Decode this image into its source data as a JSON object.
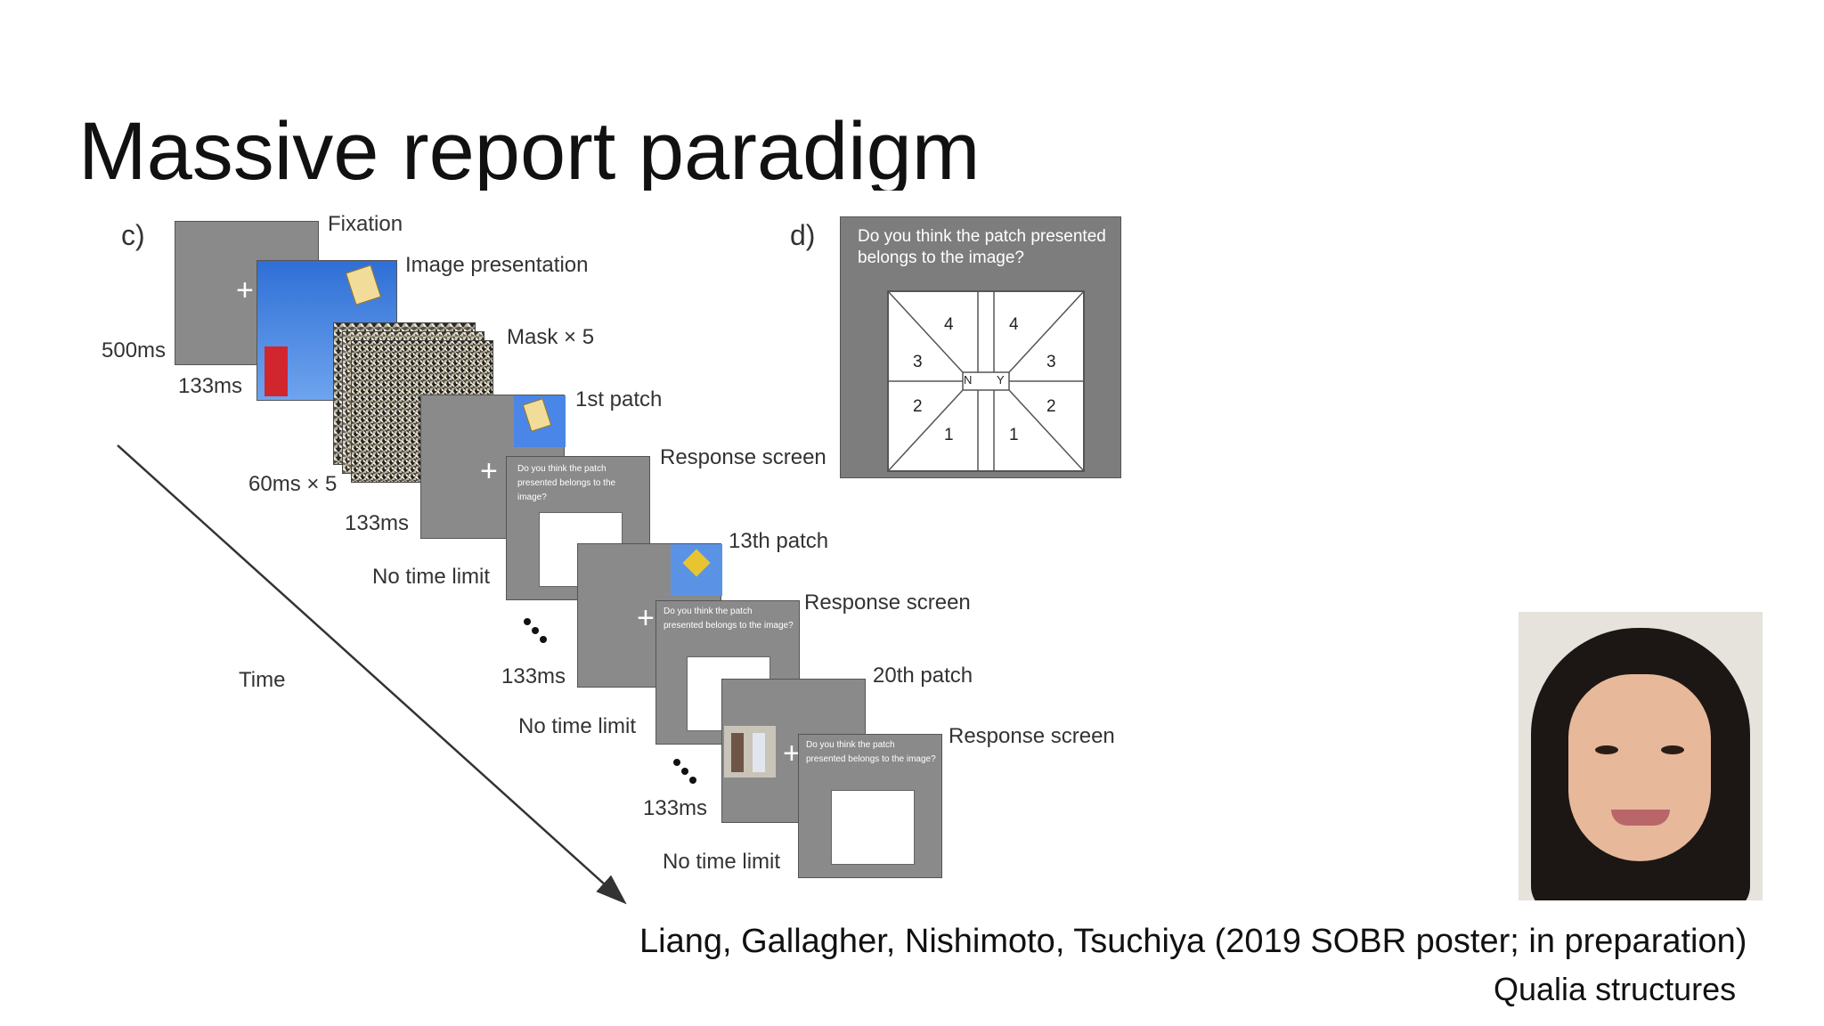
{
  "slide": {
    "title": "Massive report paradigm",
    "citation": "Liang, Gallagher, Nishimoto, Tsuchiya (2019 SOBR poster; in preparation)",
    "footer": "Qualia structures"
  },
  "panel_c": {
    "letter": "c)",
    "labels": {
      "fixation": "Fixation",
      "image_presentation": "Image presentation",
      "mask": "Mask × 5",
      "patch_1": "1st patch",
      "response_1": "Response screen",
      "patch_13": "13th patch",
      "response_2": "Response screen",
      "patch_20": "20th patch",
      "response_3": "Response screen"
    },
    "timings": {
      "t_500": "500ms",
      "t_133_a": "133ms",
      "t_60": "60ms × 5",
      "t_133_b": "133ms",
      "t_nolimit_a": "No time limit",
      "t_133_c": "133ms",
      "t_nolimit_b": "No time limit",
      "t_133_d": "133ms",
      "t_nolimit_c": "No time limit"
    },
    "axis_label": "Time",
    "mini_question": "Do you think the patch presented belongs to the image?"
  },
  "panel_d": {
    "letter": "d)",
    "question": "Do you think the patch presented belongs to the image?",
    "left_numbers": [
      "4",
      "3",
      "2",
      "1"
    ],
    "right_numbers": [
      "4",
      "3",
      "2",
      "1"
    ],
    "center_left": "N",
    "center_right": "Y"
  },
  "colors": {
    "screen_gray": "#8a8a8a",
    "sky_blue": "#3f7fe0",
    "response_white": "#ffffff"
  }
}
